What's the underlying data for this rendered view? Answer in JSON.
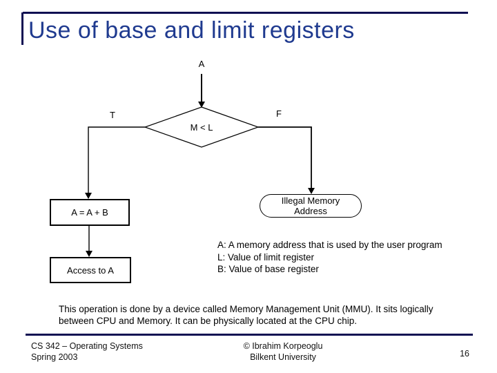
{
  "slide": {
    "title": "Use of base and limit registers",
    "flowchart": {
      "input_label": "A",
      "true_label": "T",
      "false_label": "F",
      "condition": "M < L",
      "add_box_label": "A = A + B",
      "access_box_label": "Access to A",
      "illegal_line1": "Illegal Memory",
      "illegal_line2": "Address"
    },
    "legend": {
      "lines": [
        "A: A memory address that is used by the user program",
        "L: Value of limit register",
        "B: Value of base register"
      ]
    },
    "note": {
      "line1": "This operation is done by a device called Memory Management Unit (MMU). It sits logically",
      "line2": "between CPU and Memory. It can be physically located at the CPU chip."
    },
    "footer": {
      "course_line1": "CS 342 – Operating Systems",
      "course_line2": "Spring 2003",
      "author_line1": "© Ibrahim Korpeoglu",
      "author_line2": "Bilkent University",
      "page_number": "16"
    },
    "colors": {
      "rule_navy": "#0e0e52",
      "title_blue": "#1f3a8f",
      "flow_stroke": "#000000",
      "background": "#ffffff"
    }
  }
}
